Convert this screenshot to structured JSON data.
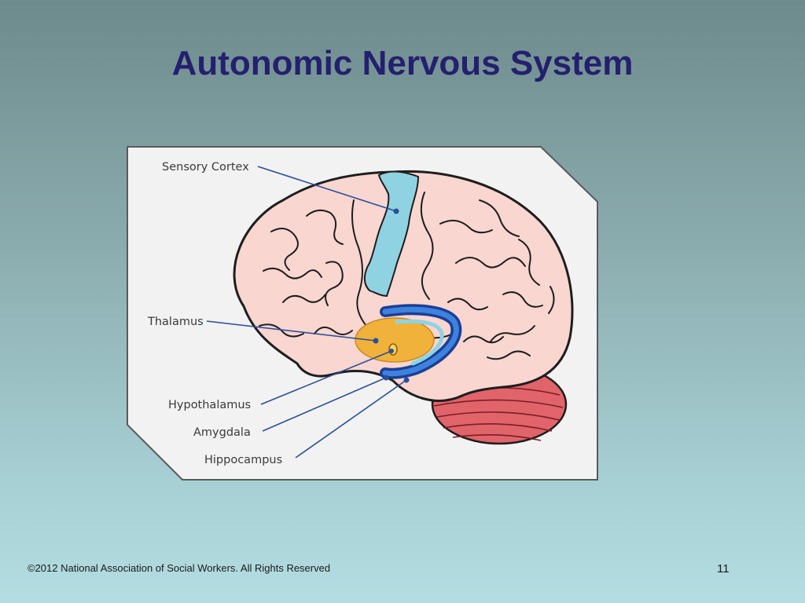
{
  "slide": {
    "title": "Autonomic Nervous System",
    "footer": "©2012 National Association of Social Workers. All Rights Reserved",
    "page_number": "11"
  },
  "diagram": {
    "labels": {
      "sensory_cortex": "Sensory Cortex",
      "thalamus": "Thalamus",
      "hypothalamus": "Hypothalamus",
      "amygdala": "Amygdala",
      "hippocampus": "Hippocampus"
    },
    "colors": {
      "brain": "#f9d6d0",
      "brain_outline": "#1e1e1e",
      "sensory_cortex": "#8fd3e3",
      "thalamus": "#f0b23a",
      "limbic": "#2a62c4",
      "cerebellum": "#e0646a",
      "pointer_line": "#2a4f9a"
    }
  }
}
